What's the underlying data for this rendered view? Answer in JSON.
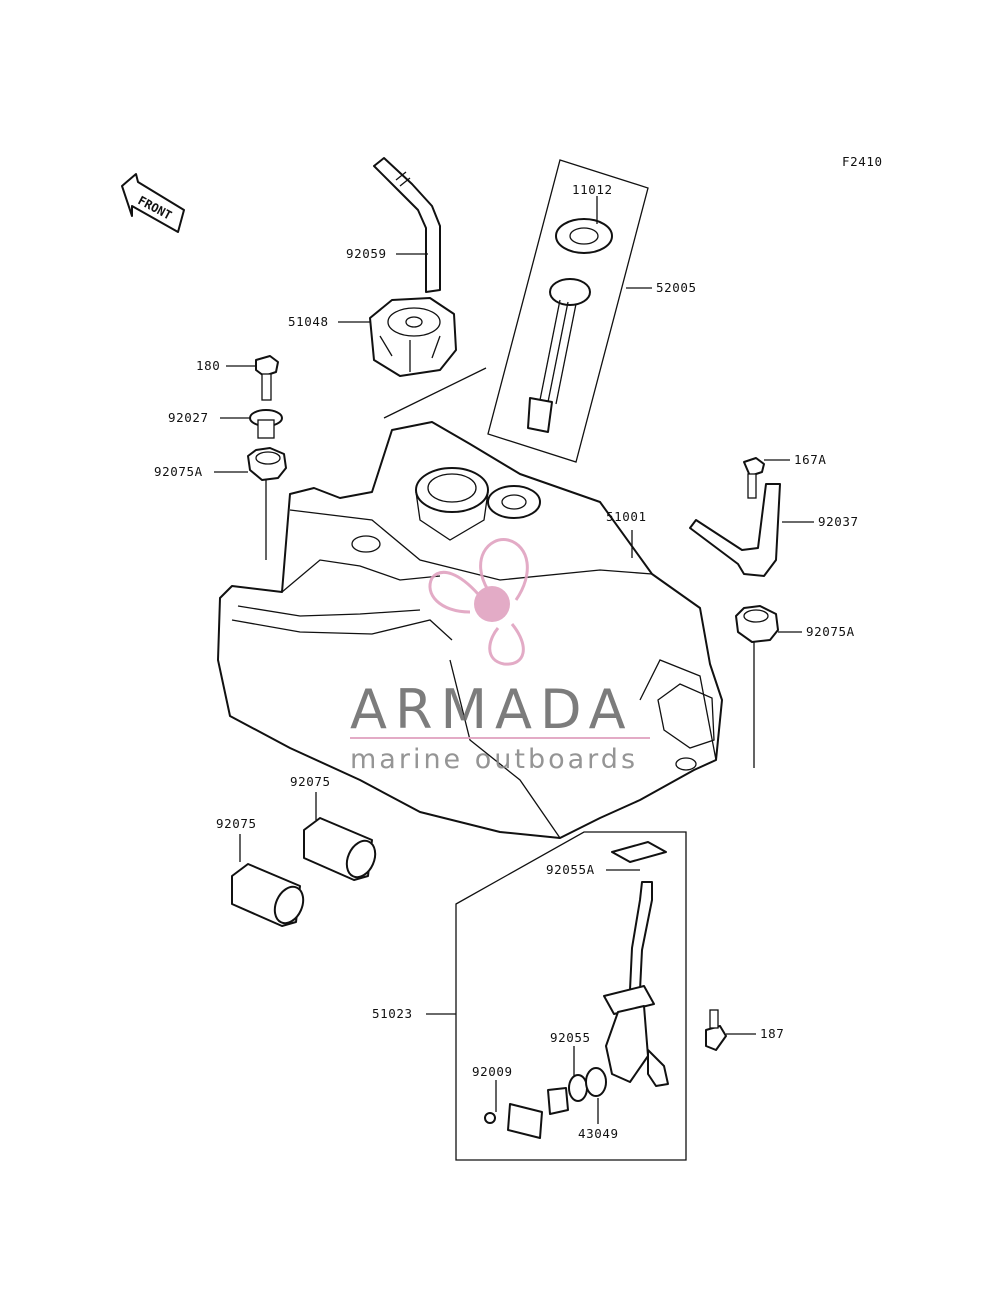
{
  "figure_code": "F2410",
  "orientation_marker": "FRONT",
  "watermark": {
    "brand": "ARMADA",
    "tagline": "marine outboards",
    "color_brand": "#6e6e6e",
    "color_logo": "#e0a3c0"
  },
  "parts": [
    {
      "id": "11012",
      "label": "11012"
    },
    {
      "id": "92059",
      "label": "92059"
    },
    {
      "id": "52005",
      "label": "52005"
    },
    {
      "id": "51048",
      "label": "51048"
    },
    {
      "id": "180",
      "label": "180"
    },
    {
      "id": "92027",
      "label": "92027"
    },
    {
      "id": "92075A-left",
      "label": "92075A"
    },
    {
      "id": "167A",
      "label": "167A"
    },
    {
      "id": "51001",
      "label": "51001"
    },
    {
      "id": "92037",
      "label": "92037"
    },
    {
      "id": "92075A-right",
      "label": "92075A"
    },
    {
      "id": "92075-upper",
      "label": "92075"
    },
    {
      "id": "92075-lower",
      "label": "92075"
    },
    {
      "id": "92055A",
      "label": "92055A"
    },
    {
      "id": "51023",
      "label": "51023"
    },
    {
      "id": "187",
      "label": "187"
    },
    {
      "id": "92055",
      "label": "92055"
    },
    {
      "id": "92009",
      "label": "92009"
    },
    {
      "id": "43049",
      "label": "43049"
    }
  ]
}
